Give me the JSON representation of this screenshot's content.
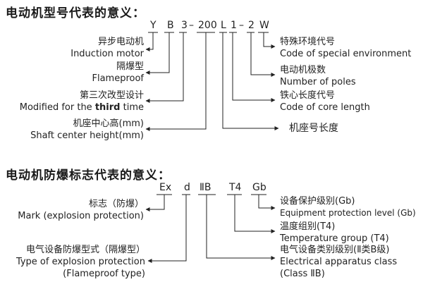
{
  "section1": {
    "heading": "电动机型号代表的意义：",
    "code": [
      "Y",
      "B",
      "3",
      "–",
      "200",
      "L",
      "1",
      "–",
      "2",
      "W"
    ],
    "left_labels": [
      {
        "cn": "异步电动机",
        "en": "Induction motor"
      },
      {
        "cn": "隔爆型",
        "en": "Flameproof"
      },
      {
        "cn": "第三次改型设计",
        "en_pre": "Modified for the ",
        "en_em": "third",
        "en_post": " time"
      },
      {
        "cn": "机座中心高(mm)",
        "en": "Shaft center height(mm)"
      }
    ],
    "right_labels": [
      {
        "cn": "特殊环境代号",
        "en": "Code of special environment"
      },
      {
        "cn": "电动机极数",
        "en": "Number of poles"
      },
      {
        "cn": "铁心长度代号",
        "en": "Code of core length"
      },
      {
        "cn": "机座号长度"
      }
    ]
  },
  "section2": {
    "heading": "电动机防爆标志代表的意义：",
    "code": [
      "Ex",
      "d",
      "ⅡB",
      "T4",
      "Gb"
    ],
    "left_labels": [
      {
        "cn": "标志（防爆）",
        "en": "Mark (explosion protection)"
      },
      {
        "cn": "电气设备防爆型式（隔爆型）",
        "en": "Type of explosion protection",
        "en2": "(Flameproof type)"
      }
    ],
    "right_labels": [
      {
        "cn": "设备保护级别(Gb)",
        "en": "Equipment protection level (Gb)"
      },
      {
        "cn": "温度组别(T4)",
        "en": "Temperature group (T4)"
      },
      {
        "cn": "电气设备类别级别(Ⅱ类B级)",
        "en": "Electrical apparatus class",
        "en2": "(Class ⅡB)"
      }
    ]
  }
}
